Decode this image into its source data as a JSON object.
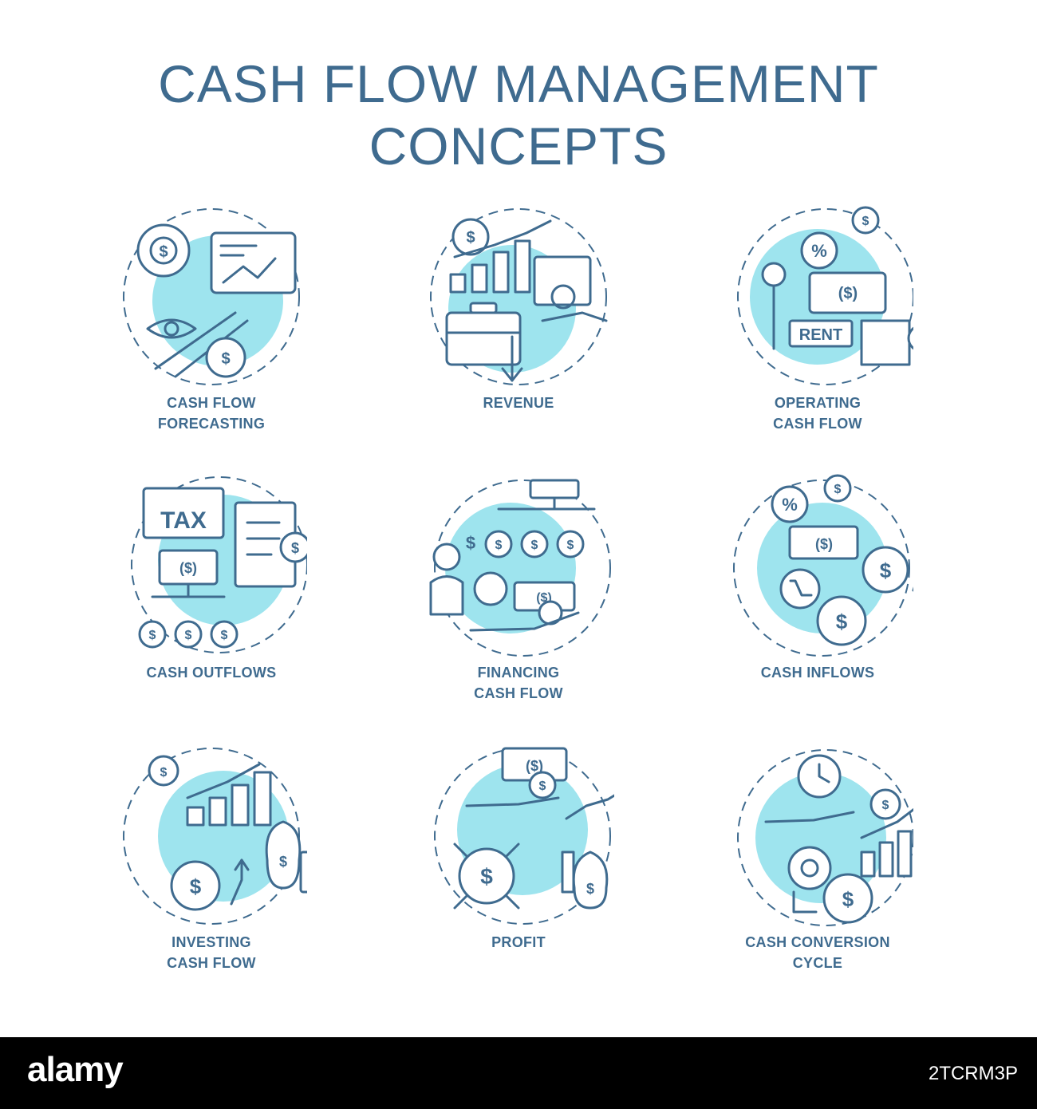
{
  "title": {
    "line1": "CASH FLOW MANAGEMENT",
    "line2": "CONCEPTS"
  },
  "colors": {
    "primary": "#3f6b8f",
    "accent": "#9ee4ee",
    "background": "#ffffff",
    "footer": "#000000"
  },
  "concepts": [
    {
      "icon": "forecasting-icon",
      "line1": "CASH FLOW",
      "line2": "FORECASTING"
    },
    {
      "icon": "revenue-icon",
      "line1": "REVENUE",
      "line2": ""
    },
    {
      "icon": "operating-cash-flow-icon",
      "line1": "OPERATING",
      "line2": "CASH FLOW"
    },
    {
      "icon": "cash-outflows-icon",
      "line1": "CASH OUTFLOWS",
      "line2": ""
    },
    {
      "icon": "financing-cash-flow-icon",
      "line1": "FINANCING",
      "line2": "CASH FLOW"
    },
    {
      "icon": "cash-inflows-icon",
      "line1": "CASH INFLOWS",
      "line2": ""
    },
    {
      "icon": "investing-cash-flow-icon",
      "line1": "INVESTING",
      "line2": "CASH FLOW"
    },
    {
      "icon": "profit-icon",
      "line1": "PROFIT",
      "line2": ""
    },
    {
      "icon": "cash-conversion-cycle-icon",
      "line1": "CASH CONVERSION",
      "line2": "CYCLE"
    }
  ],
  "icon_texts": {
    "rent": "RENT",
    "tax": "TAX",
    "dollar": "$",
    "dollar_bill": "($)",
    "percent": "%"
  },
  "footer": {
    "brand": "alamy",
    "image_id": "2TCRM3P"
  }
}
